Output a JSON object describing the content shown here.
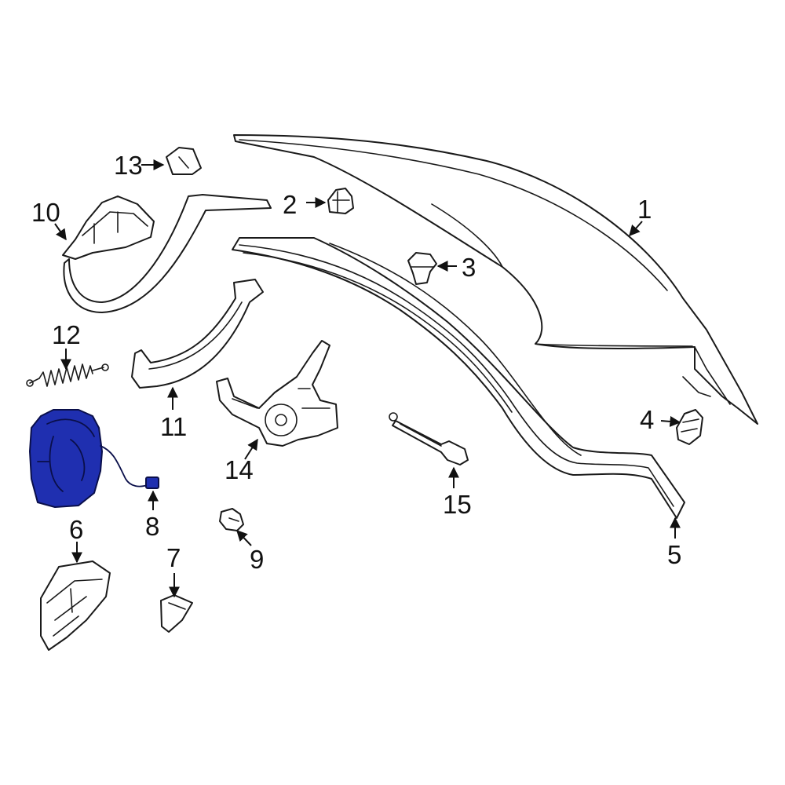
{
  "highlight_color": "#1f2fb0",
  "callouts": {
    "c1": "1",
    "c2": "2",
    "c3": "3",
    "c4": "4",
    "c5": "5",
    "c6": "6",
    "c7": "7",
    "c8": "8",
    "c9": "9",
    "c10": "10",
    "c11": "11",
    "c12": "12",
    "c13": "13",
    "c14": "14",
    "c15": "15"
  }
}
